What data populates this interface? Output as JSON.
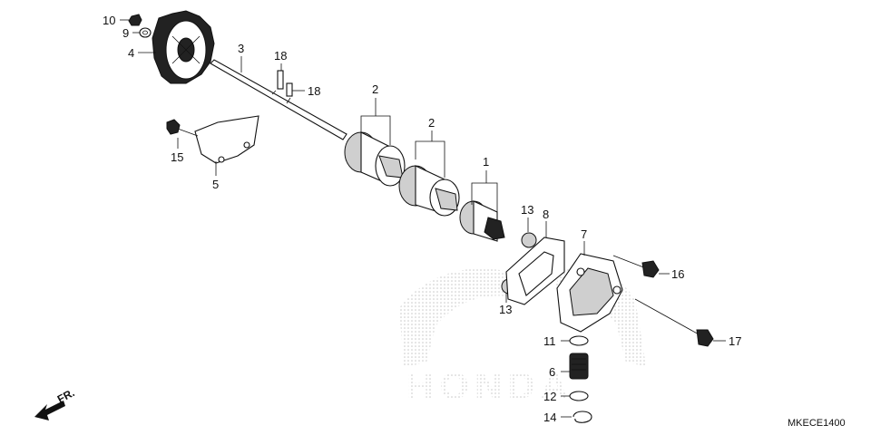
{
  "diagram": {
    "code": "MKECE1400",
    "direction_label": "FR.",
    "watermark": "HONDA",
    "callouts": {
      "c1": "1",
      "c2a": "2",
      "c2b": "2",
      "c3": "3",
      "c4": "4",
      "c5": "5",
      "c6": "6",
      "c7": "7",
      "c8": "8",
      "c9": "9",
      "c10": "10",
      "c11": "11",
      "c12": "12",
      "c13a": "13",
      "c13b": "13",
      "c14": "14",
      "c15": "15",
      "c16": "16",
      "c17": "17",
      "c18a": "18",
      "c18b": "18"
    }
  }
}
